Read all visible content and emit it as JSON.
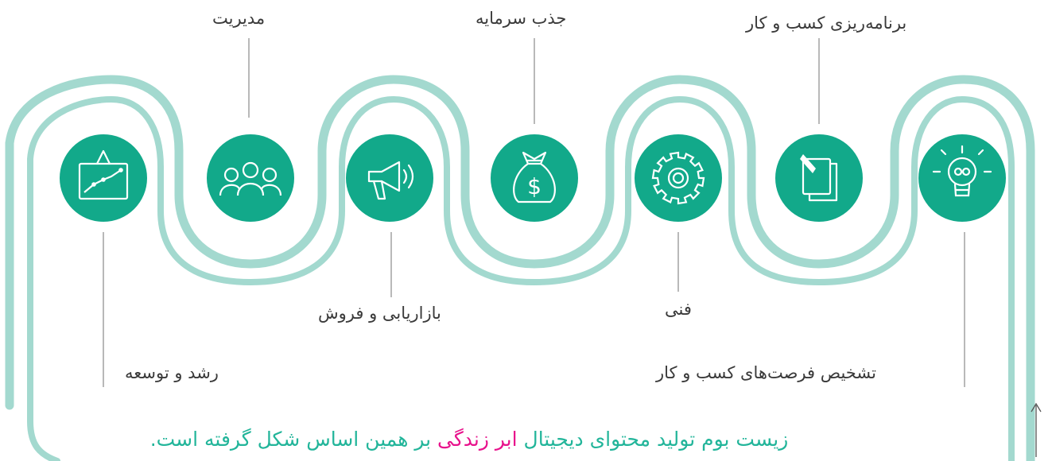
{
  "colors": {
    "road": "#a3d9cf",
    "node": "#12a98a",
    "line": "#8a8a8a",
    "text": "#3a3a3a",
    "accent": "#22b59a",
    "highlight": "#e8128c"
  },
  "stages": [
    {
      "label": "تشخیص فرصت‌های کسب و کار",
      "icon": "lightbulb-icon"
    },
    {
      "label": "برنامه‌ریزی کسب و کار",
      "icon": "notepad-pencil-icon"
    },
    {
      "label": "فنی",
      "icon": "gear-icon"
    },
    {
      "label": "جذب سرمایه",
      "icon": "money-bag-icon"
    },
    {
      "label": "بازاریابی و فروش",
      "icon": "megaphone-icon"
    },
    {
      "label": "مدیریت",
      "icon": "team-icon"
    },
    {
      "label": "رشد و توسعه",
      "icon": "growth-chart-icon"
    }
  ],
  "tagline": {
    "before": "زیست بوم تولید محتوای دیجیتال ",
    "highlight": "ابر زندگی",
    "after": " بر همین اساس شکل گرفته است."
  }
}
